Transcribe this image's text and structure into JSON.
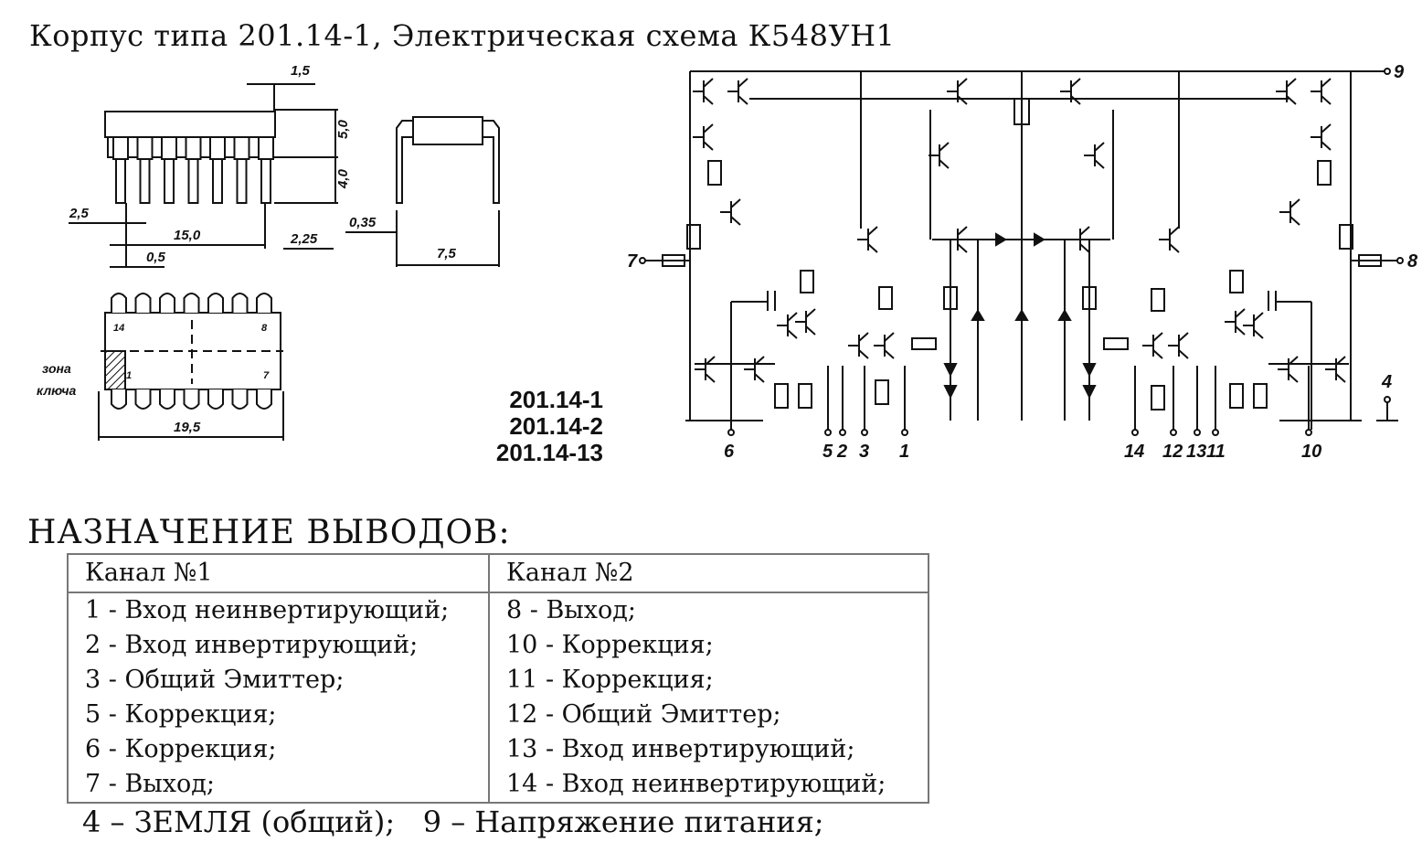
{
  "title": "Корпус типа 201.14-1, Электрическая схема К548УН1",
  "package": {
    "dimensions": [
      "1,5",
      "5,0",
      "4,0",
      "2,5",
      "15,0",
      "2,25",
      "0,5",
      "0,35",
      "7,5",
      "19,5"
    ],
    "pin_markers": [
      "14",
      "8",
      "1",
      "7"
    ],
    "key_zone_label": [
      "зона",
      "ключа"
    ],
    "variants": [
      "201.14-1",
      "201.14-2",
      "201.14-13"
    ]
  },
  "schematic": {
    "pin_labels": [
      "9",
      "7",
      "8",
      "4",
      "6",
      "5",
      "2",
      "3",
      "1",
      "14",
      "12",
      "13",
      "11",
      "10"
    ]
  },
  "pins_heading": "НАЗНАЧЕНИЕ ВЫВОДОВ:",
  "table": {
    "headers": [
      "Канал №1",
      "Канал №2"
    ],
    "rows": [
      [
        "1 - Вход неинвертирующий;",
        "8 - Выход;"
      ],
      [
        "2 - Вход инвертирующий;",
        "10 - Коррекция;"
      ],
      [
        "3 - Общий Эмиттер;",
        "11 - Коррекция;"
      ],
      [
        "5 - Коррекция;",
        "12 - Общий Эмиттер;"
      ],
      [
        "6 - Коррекция;",
        "13 - Вход инвертирующий;"
      ],
      [
        "7 - Выход;",
        "14 - Вход неинвертирующий;"
      ]
    ]
  },
  "footer": "4 – ЗЕМЛЯ (общий);   9 – Напряжение питания;"
}
